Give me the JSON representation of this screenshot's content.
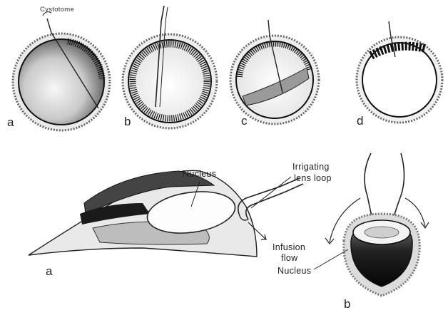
{
  "top_panels": {
    "labels": [
      "a",
      "b",
      "c",
      "d"
    ],
    "instrument_label": "Cystotome"
  },
  "bottom_left": {
    "label": "a",
    "nucleus_label": "Nucleus",
    "loop_label_line1": "Irrigating",
    "loop_label_line2": "lens loop",
    "flow_label_line1": "Infusion",
    "flow_label_line2": "flow"
  },
  "bottom_right": {
    "label": "b",
    "nucleus_label": "Nucleus"
  }
}
